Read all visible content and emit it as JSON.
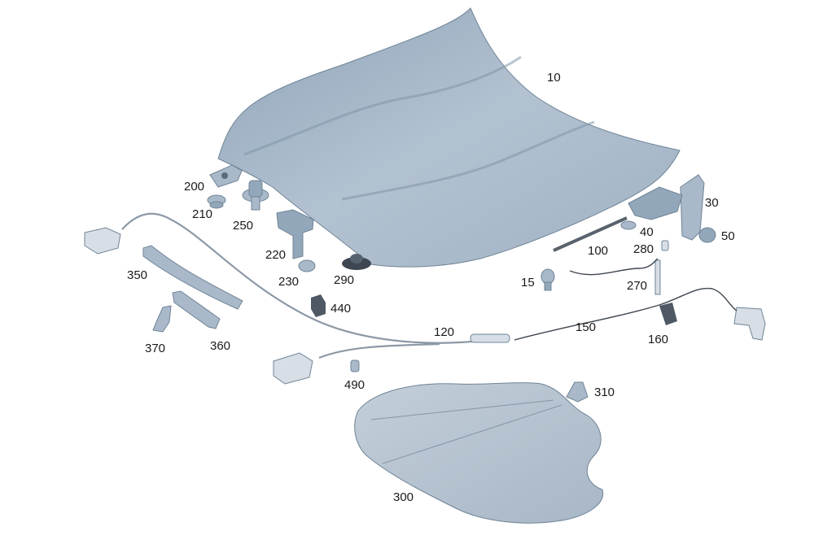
{
  "labels": {
    "p10": "10",
    "p15": "15",
    "p30": "30",
    "p40": "40",
    "p50": "50",
    "p100": "100",
    "p120": "120",
    "p150": "150",
    "p160": "160",
    "p200": "200",
    "p210": "210",
    "p220": "220",
    "p230": "230",
    "p250": "250",
    "p270": "270",
    "p280": "280",
    "p290": "290",
    "p300": "300",
    "p310": "310",
    "p350": "350",
    "p360": "360",
    "p370": "370",
    "p440": "440",
    "p490": "490"
  },
  "colors": {
    "part_fill": "#a9b9c9",
    "part_shade": "#93a7ba",
    "light_part": "#d7dee5",
    "dark_part": "#4e5965"
  }
}
